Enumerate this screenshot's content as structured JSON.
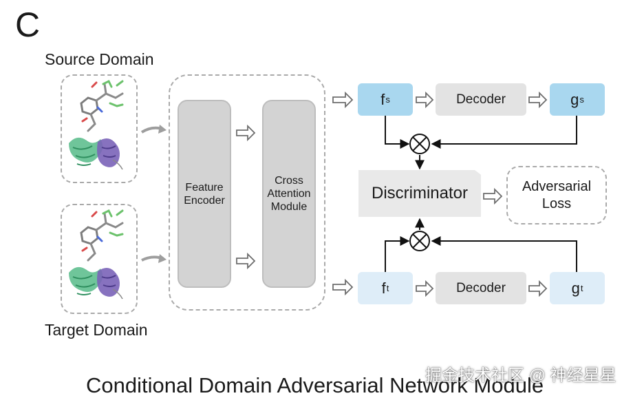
{
  "panel_letter": "C",
  "source_domain_label": "Source Domain",
  "target_domain_label": "Target Domain",
  "feature_encoder_label": "Feature\nEncoder",
  "cross_attention_label": "Cross\nAttention\nModule",
  "source_branch": {
    "feature": "f",
    "feature_sup": "s",
    "decoder": "Decoder",
    "output": "g",
    "output_sup": "s"
  },
  "target_branch": {
    "feature": "f",
    "feature_sup": "t",
    "decoder": "Decoder",
    "output": "g",
    "output_sup": "t"
  },
  "discriminator_label": "Discriminator",
  "adversarial_loss_label": "Adversarial\nLoss",
  "caption": "Conditional Domain Adversarial Network Module",
  "watermark": "掘金技术社区 @ 神经星星",
  "colors": {
    "source_feature_fill": "#a9d7ef",
    "target_feature_fill": "#deedf8",
    "block_grey": "#d3d3d3",
    "dashed_border": "#a9a9a9",
    "protein_green": "#5fbf8f",
    "protein_purple": "#7a63b8"
  }
}
